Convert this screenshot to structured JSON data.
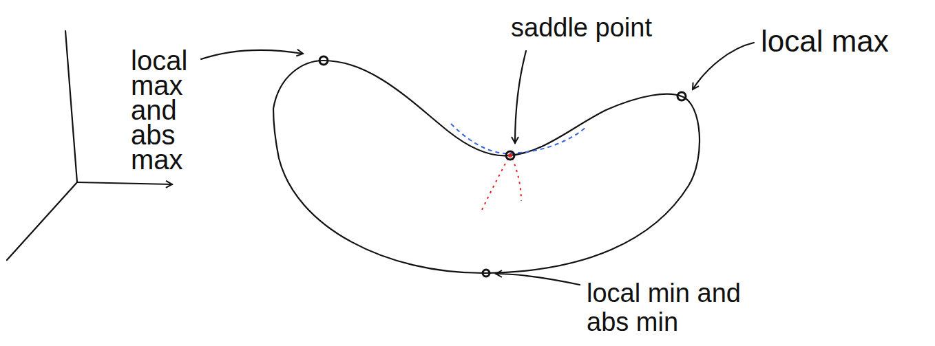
{
  "diagram": {
    "labels": [
      "local max and abs max",
      "saddle point",
      "local max",
      "local min and abs min"
    ]
  }
}
